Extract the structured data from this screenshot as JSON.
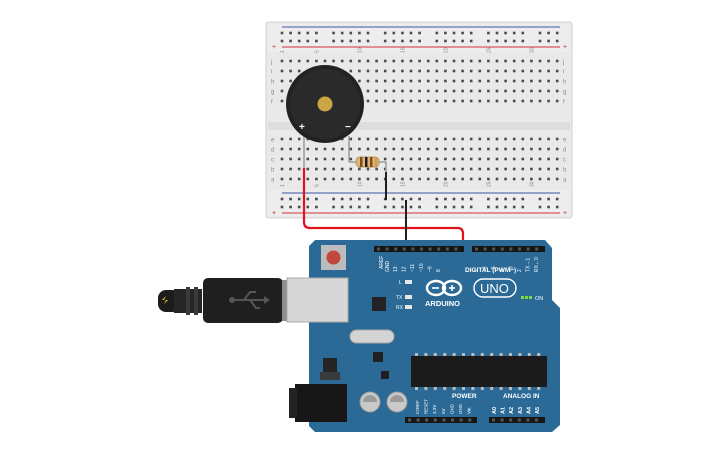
{
  "breadboard": {
    "rail_plus": "+",
    "rail_minus": "-",
    "row_letters_top": [
      "j",
      "i",
      "h",
      "g",
      "f"
    ],
    "row_letters_bottom": [
      "e",
      "d",
      "c",
      "b",
      "a"
    ],
    "column_numbers": [
      "1",
      "5",
      "10",
      "15",
      "20",
      "25",
      "30"
    ]
  },
  "buzzer": {
    "plus_label": "+",
    "minus_label": "−"
  },
  "arduino": {
    "brand": "ARDUINO",
    "model": "UNO",
    "on_label": "ON",
    "l_label": "L",
    "tx_label": "TX",
    "rx_label": "RX",
    "digital_header": "DIGITAL (PWM~)",
    "aref_label": "AREF",
    "gnd_label": "GND",
    "digital_pins": [
      "13",
      "12",
      "~11",
      "~10",
      "~9",
      "8",
      "7",
      "~6",
      "~5",
      "4",
      "~3",
      "2",
      "TX→1",
      "RX←0"
    ],
    "power_header": "POWER",
    "power_pins": [
      "IOREF",
      "RESET",
      "3.3V",
      "5V",
      "GND",
      "GND",
      "Vin"
    ],
    "analog_header": "ANALOG IN",
    "analog_pins": [
      "A0",
      "A1",
      "A2",
      "A3",
      "A4",
      "A5"
    ]
  },
  "colors": {
    "board_blue": "#2b6a96",
    "wire_red": "#e0121b",
    "wire_black": "#1f1f1f",
    "breadboard": "#e9e9e9"
  }
}
